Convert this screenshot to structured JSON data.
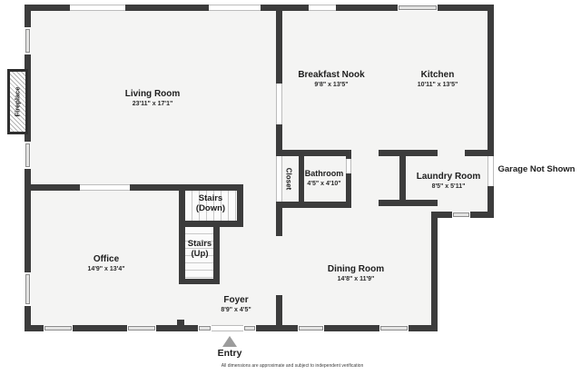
{
  "plan": {
    "rooms": [
      {
        "id": "living-room",
        "name": "Living Room",
        "dims": "23'11\" x 17'1\""
      },
      {
        "id": "breakfast-nook",
        "name": "Breakfast Nook",
        "dims": "9'8\" x 13'5\""
      },
      {
        "id": "kitchen",
        "name": "Kitchen",
        "dims": "10'11\" x 13'5\""
      },
      {
        "id": "bathroom",
        "name": "Bathroom",
        "dims": "4'5\" x 4'10\""
      },
      {
        "id": "laundry-room",
        "name": "Laundry Room",
        "dims": "8'5\" x 5'11\""
      },
      {
        "id": "office",
        "name": "Office",
        "dims": "14'9\" x 13'4\""
      },
      {
        "id": "dining-room",
        "name": "Dining Room",
        "dims": "14'8\" x 11'9\""
      },
      {
        "id": "foyer",
        "name": "Foyer",
        "dims": "8'9\" x 4'5\""
      }
    ],
    "labels": {
      "fireplace": "Fireplace",
      "closet": "Closet",
      "garage": "Garage Not Shown",
      "stairs_down_1": "Stairs",
      "stairs_down_2": "(Down)",
      "stairs_up_1": "Stairs",
      "stairs_up_2": "(Up)",
      "entry": "Entry"
    },
    "footer": "All dimensions are approximate and subject to independent verification",
    "colors": {
      "wall": "#3c3c3c",
      "floor": "#f4f4f3",
      "window_fill": "#e3e3e2",
      "entry_arrow": "#9c9c9c"
    }
  }
}
